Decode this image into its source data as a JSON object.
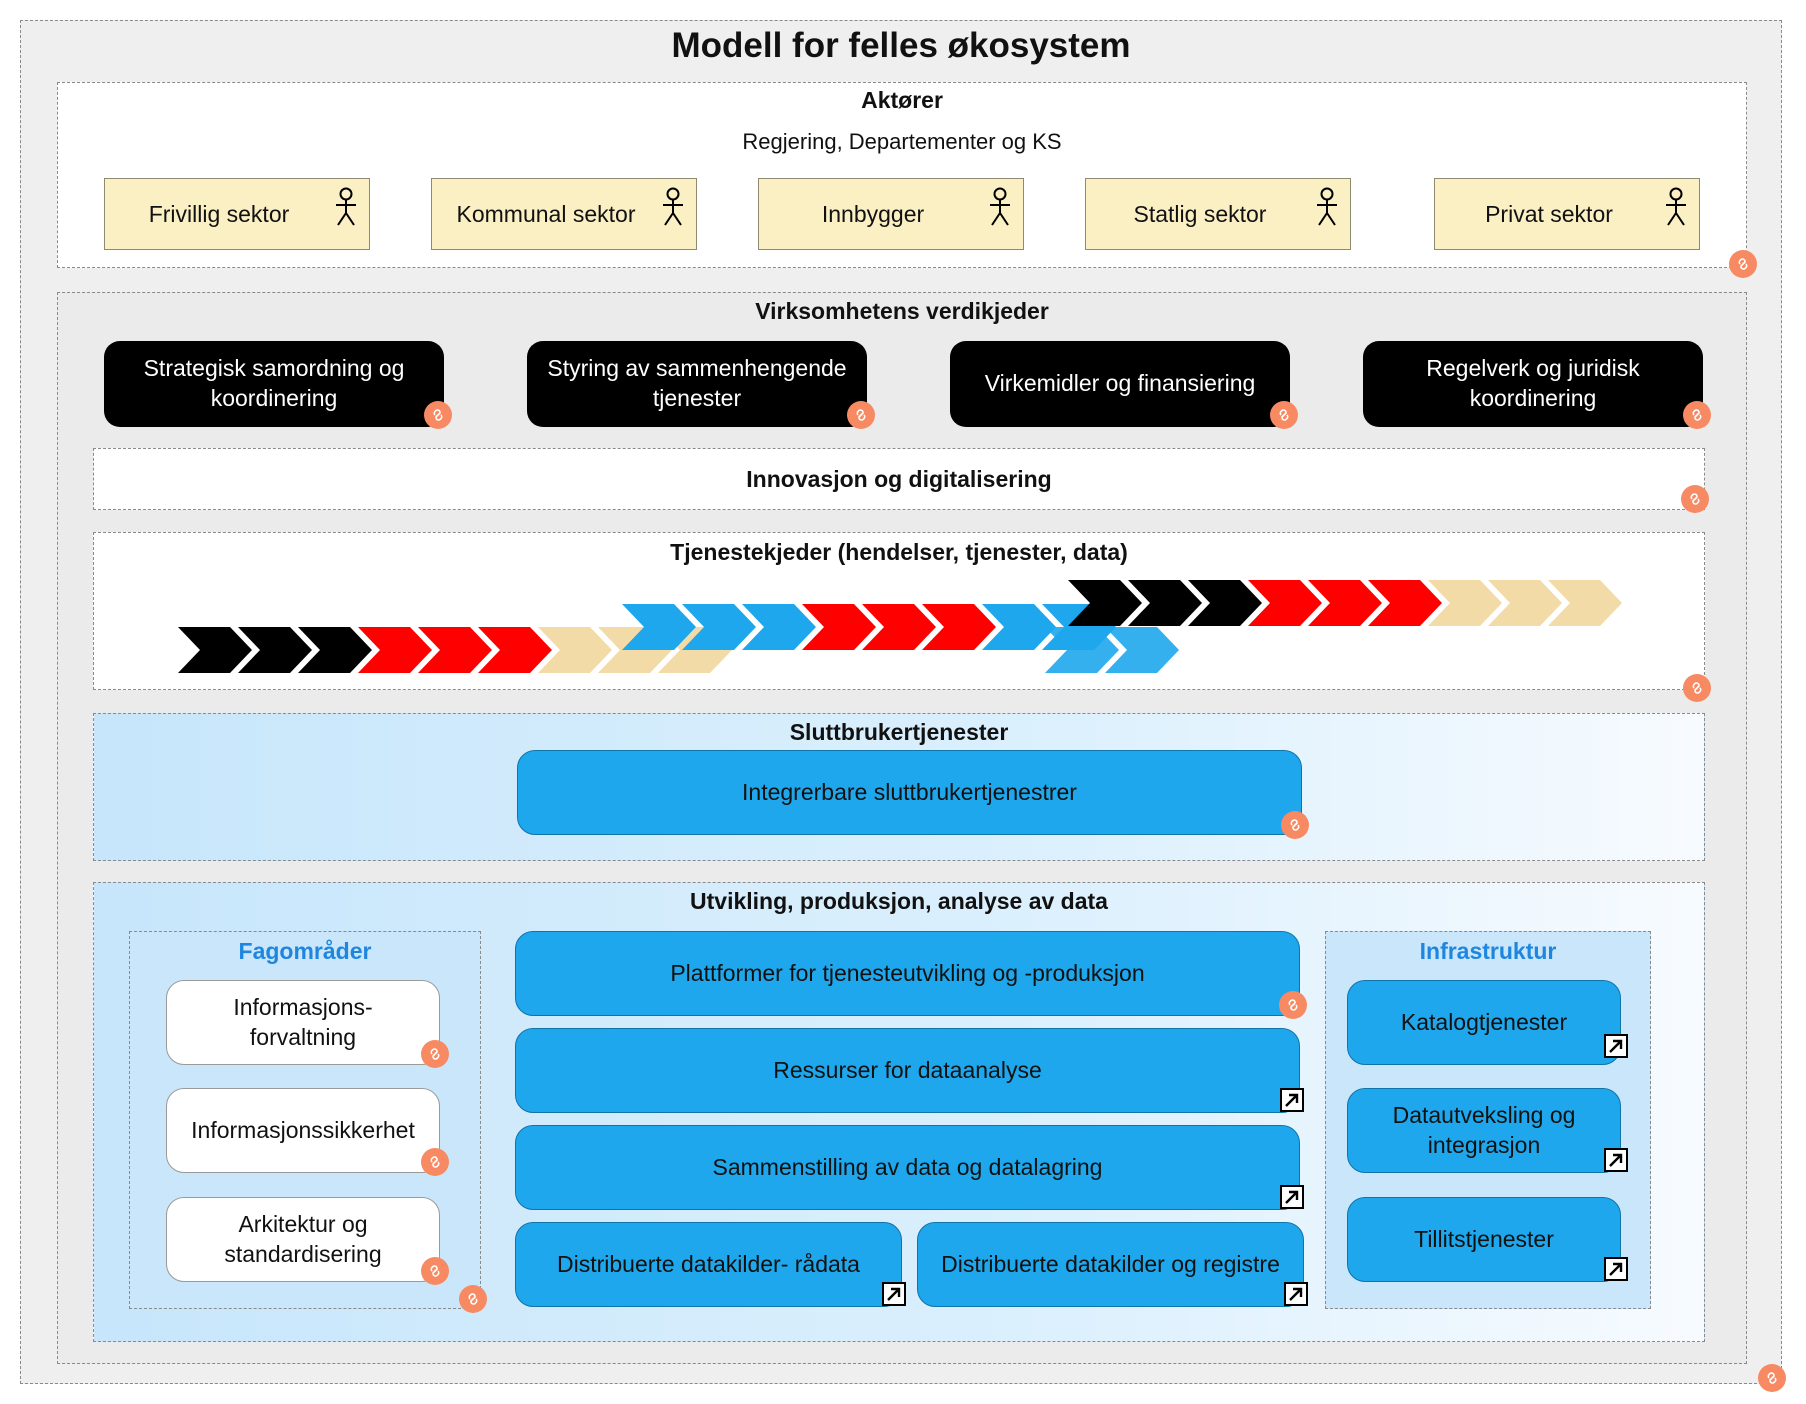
{
  "title": "Modell for felles økosystem",
  "actors_group": {
    "title": "Aktører",
    "subtitle": "Regjering, Departementer og KS",
    "actors": [
      "Frivillig sektor",
      "Kommunal sektor",
      "Innbygger",
      "Statlig sektor",
      "Privat sektor"
    ]
  },
  "value_chains": {
    "title": "Virksomhetens verdikjeder",
    "items": [
      "Strategisk samordning og koordinering",
      "Styring av sammenhengende tjenester",
      "Virkemidler og finansiering",
      "Regelverk og juridisk koordinering"
    ]
  },
  "innovation": {
    "title": "Innovasjon og digitalisering"
  },
  "service_chains": {
    "title": "Tjenestekjeder (hendelser, tjenester, data)",
    "colors": {
      "black": "#000000",
      "red": "#ff0000",
      "blue": "#1ea7ec",
      "tan": "#f3dba8"
    }
  },
  "end_user": {
    "title": "Sluttbrukertjenester",
    "item": "Integrerbare sluttbrukertjenestrer"
  },
  "development": {
    "title": "Utvikling, produksjon, analyse av data",
    "fagomrader": {
      "title": "Fagområder",
      "items": [
        "Informasjons-\nforvaltning",
        "Informasjonssikkerhet",
        "Arkitektur og\nstandardisering"
      ]
    },
    "platforms": [
      "Plattformer for tjenesteutvikling og -produksjon",
      "Ressurser for dataanalyse",
      "Sammenstilling av data og datalagring",
      "Distribuerte datakilder- rådata",
      "Distribuerte datakilder og registre"
    ],
    "infrastructure": {
      "title": "Infrastruktur",
      "items": [
        "Katalogtjenester",
        "Datautveksling og integrasjon",
        "Tillitstjenester"
      ]
    }
  },
  "icon_names": {
    "actor": "actor-icon",
    "link": "link-icon",
    "external": "external-link-icon"
  },
  "colors": {
    "actor_fill": "#fbefc4",
    "blue_box": "#1ea7ec",
    "group_title_blue": "#1f86e0",
    "link_icon": "#f78a62"
  }
}
